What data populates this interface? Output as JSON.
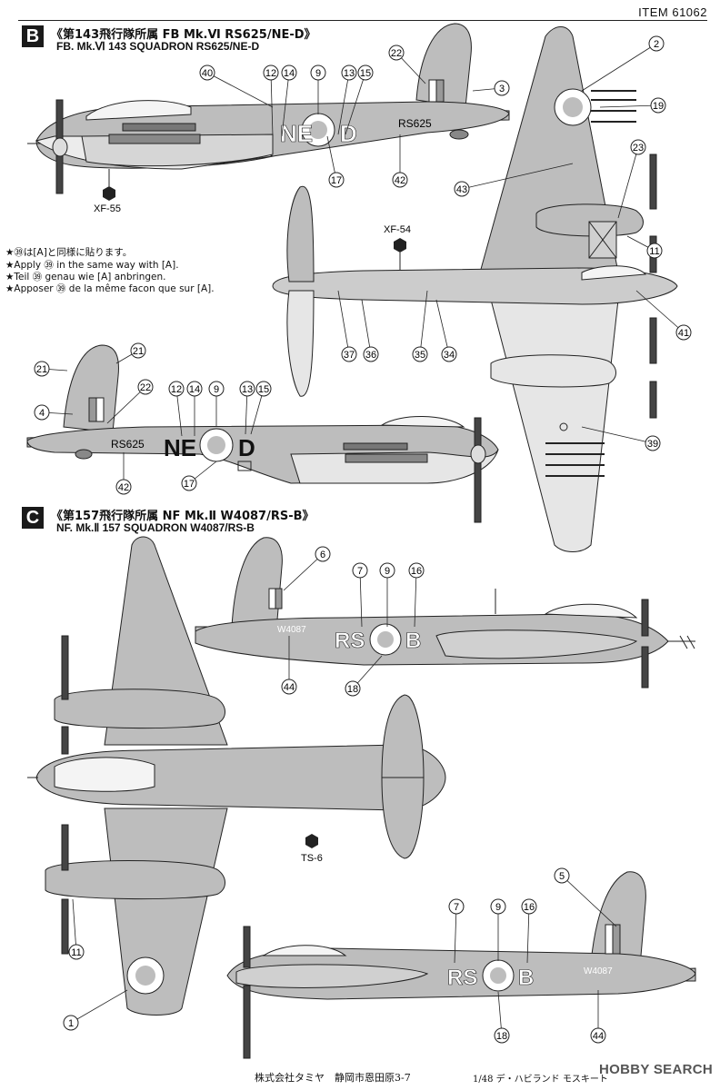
{
  "header": {
    "item_number": "ITEM 61062"
  },
  "section_b": {
    "letter": "B",
    "title_jp": "《第143飛行隊所属 FB Mk.Ⅵ RS625/NE-D》",
    "title_en": "FB. Mk.Ⅵ 143 SQUADRON RS625/NE-D",
    "fuselage_code_left": "NE",
    "fuselage_code_right": "D",
    "serial": "RS625",
    "paint_top": "XF-55",
    "paint_bottom": "XF-54",
    "note_lines": [
      "★㊴は[A]と同様に貼ります。",
      "★Apply ㊴ in the same way with [A].",
      "★Teil ㊴ genau wie [A] anbringen.",
      "★Apposer ㊴ de la même facon que sur [A]."
    ]
  },
  "section_c": {
    "letter": "C",
    "title_jp": "《第157飛行隊所属 NF Mk.Ⅱ W4087/RS-B》",
    "title_en": "NF. Mk.Ⅱ 157 SQUADRON W4087/RS-B",
    "fuselage_code_left": "RS",
    "fuselage_code_right": "B",
    "serial": "W4087",
    "paint": "TS-6"
  },
  "callouts": {
    "b_side_top": [
      "40",
      "12",
      "14",
      "9",
      "13",
      "15",
      "22",
      "3",
      "17",
      "42"
    ],
    "b_plan": [
      "2",
      "19",
      "23",
      "43",
      "11",
      "41",
      "37",
      "36",
      "35",
      "34",
      "39"
    ],
    "b_side_bottom": [
      "21",
      "21",
      "4",
      "22",
      "12",
      "14",
      "9",
      "13",
      "15",
      "42",
      "17"
    ],
    "c_side_top": [
      "6",
      "7",
      "9",
      "16",
      "44",
      "18"
    ],
    "c_plan": [
      "11",
      "1"
    ],
    "c_side_bottom": [
      "5",
      "7",
      "9",
      "16",
      "18",
      "44"
    ]
  },
  "footer": {
    "company": "株式会社タミヤ　静岡市恩田原3-7",
    "scale_title": "1/48 デ・ハビランド モスキート"
  },
  "watermark": {
    "brand": "HOBBY",
    "suffix": "SEARCH"
  },
  "colors": {
    "ink": "#111111",
    "camo_grey": "#bdbdbd",
    "sky_grey": "#e2e2e2",
    "white": "#ffffff"
  }
}
